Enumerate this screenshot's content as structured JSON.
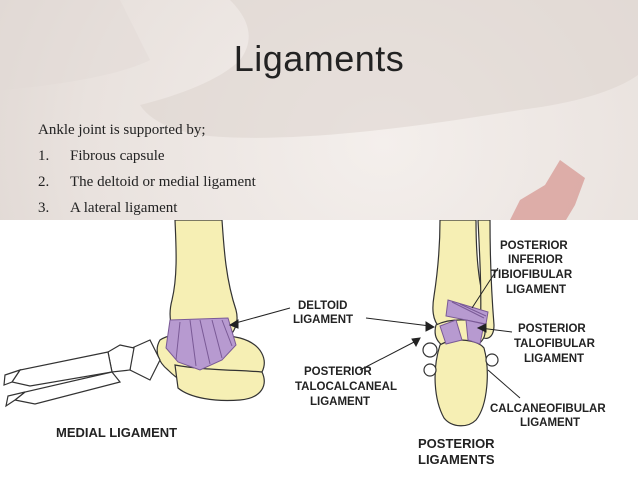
{
  "slide": {
    "title": "Ligaments",
    "intro": "Ankle joint is supported by;",
    "items": [
      {
        "num": "1.",
        "text": "Fibrous capsule"
      },
      {
        "num": "2.",
        "text": "The deltoid or medial ligament"
      },
      {
        "num": "3.",
        "text": "A lateral ligament"
      }
    ]
  },
  "figure": {
    "labels": {
      "deltoid_1": "DELTOID",
      "deltoid_2": "LIGAMENT",
      "ptc_1": "POSTERIOR",
      "ptc_2": "TALOCALCANEAL",
      "ptc_3": "LIGAMENT",
      "medial": "MEDIAL LIGAMENT",
      "pitf_1": "POSTERIOR",
      "pitf_2": "INFERIOR",
      "pitf_3": "TIBIOFIBULAR",
      "pitf_4": "LIGAMENT",
      "ptf_1": "POSTERIOR",
      "ptf_2": "TALOFIBULAR",
      "ptf_3": "LIGAMENT",
      "cf_1": "CALCANEOFIBULAR",
      "cf_2": "LIGAMENT",
      "post_1": "POSTERIOR",
      "post_2": "LIGAMENTS"
    }
  },
  "colors": {
    "bone": "#f6efb4",
    "ligament": "#b79ad0",
    "arrow": "#d9a7a3"
  }
}
